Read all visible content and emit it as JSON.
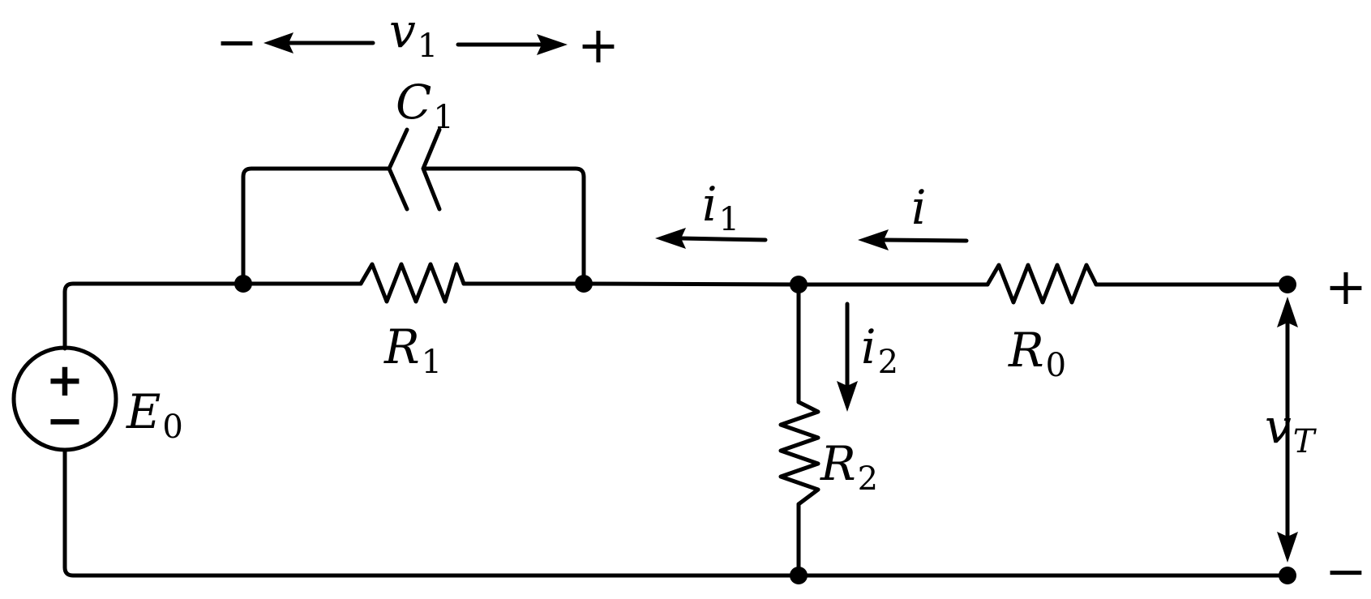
{
  "labels": {
    "v1": {
      "main": "v",
      "sub": "1"
    },
    "C1": {
      "main": "C",
      "sub": "1"
    },
    "i1": {
      "main": "i",
      "sub": "1"
    },
    "i": {
      "main": "i"
    },
    "R1": {
      "main": "R",
      "sub": "1"
    },
    "R0": {
      "main": "R",
      "sub": "0"
    },
    "i2": {
      "main": "i",
      "sub": "2"
    },
    "R2": {
      "main": "R",
      "sub": "2"
    },
    "E0": {
      "main": "E",
      "sub": "0"
    },
    "vT": {
      "main": "v",
      "sub": "T"
    }
  },
  "signs": {
    "v1_minus": "−",
    "v1_plus": "+",
    "vT_plus": "+",
    "vT_minus": "−",
    "source_plus": "+",
    "source_minus": "−"
  }
}
